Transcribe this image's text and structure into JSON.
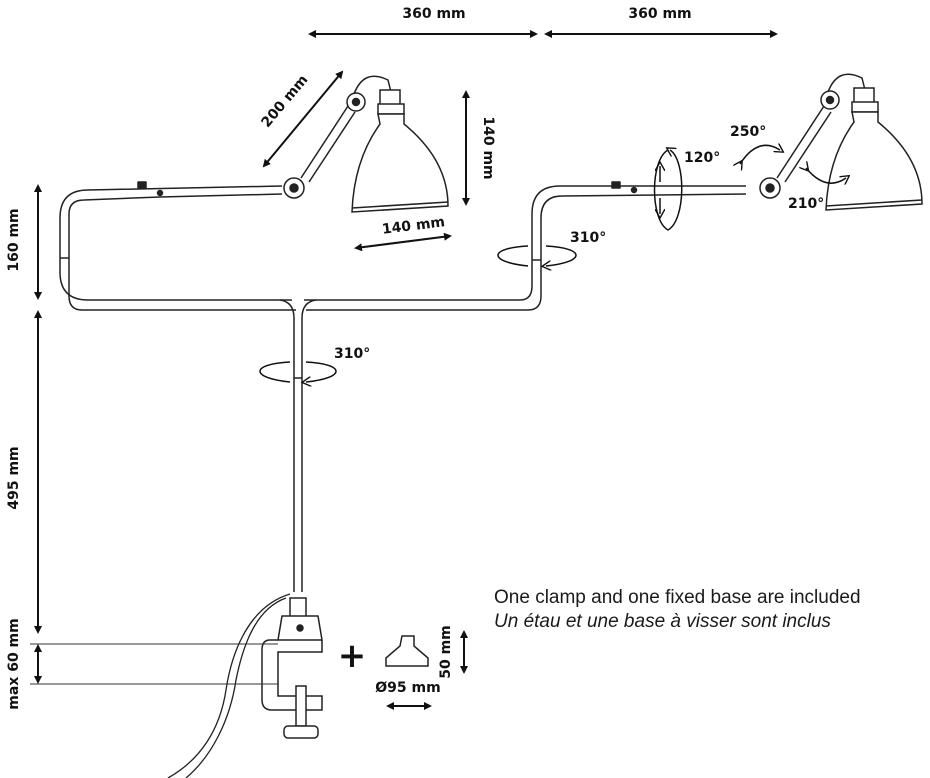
{
  "dimensions": {
    "arm_left": "360 mm",
    "arm_right": "360 mm",
    "lamp_arm": "200 mm",
    "shade_height": "140 mm",
    "shade_diameter": "140 mm",
    "vertical_offset": "160 mm",
    "stem_height": "495 mm",
    "clamp_max": "max 60 mm",
    "base_diameter": "Ø95 mm",
    "base_height": "50 mm"
  },
  "rotations": {
    "right_arm_tilt": "120°",
    "right_head_swivel": "250°",
    "right_shade_tilt": "210°",
    "right_elbow_rotation": "310°",
    "stem_rotation": "310°"
  },
  "plus_symbol": "+",
  "note": {
    "english": "One clamp and one fixed base are included",
    "french": "Un étau et une base à visser sont inclus"
  }
}
